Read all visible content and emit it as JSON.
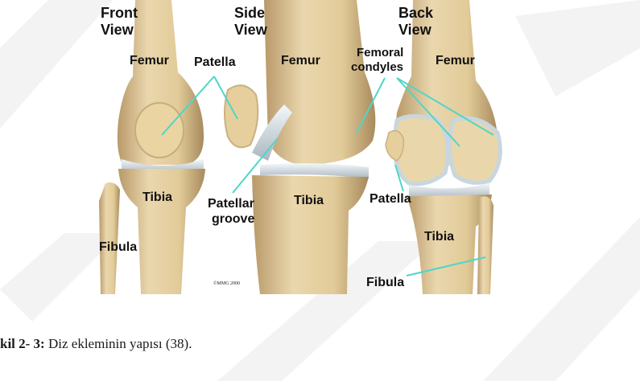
{
  "figure": {
    "view_front": "Front\nView",
    "view_front_l1": "Front",
    "view_front_l2": "View",
    "view_side_l1": "Side",
    "view_side_l2": "View",
    "view_back_l1": "Back",
    "view_back_l2": "View",
    "femur_front": "Femur",
    "femur_side": "Femur",
    "femur_back": "Femur",
    "patella_front": "Patella",
    "patella_back": "Patella",
    "femoral_condyles_l1": "Femoral",
    "femoral_condyles_l2": "condyles",
    "tibia_front": "Tibia",
    "tibia_side": "Tibia",
    "tibia_back": "Tibia",
    "patellar_groove_l1": "Patellar",
    "patellar_groove_l2": "groove",
    "fibula_front": "Fibula",
    "fibula_back": "Fibula",
    "copyright": "©MMG 2000"
  },
  "caption": {
    "prefix": "kil 2- 3:",
    "text": " Diz ekleminin yapısı (38)."
  },
  "colors": {
    "bone": "#e6d2a6",
    "bone_shadow": "#b8996a",
    "cartilage": "#dfe8ee",
    "leader": "#4fd6c8",
    "background": "#ffffff"
  }
}
